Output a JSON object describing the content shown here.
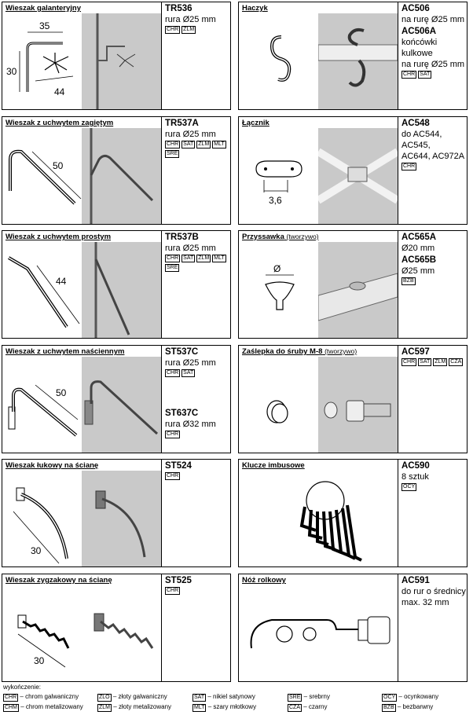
{
  "products": [
    {
      "title": "Wieszak galanteryjny",
      "code": "TR536",
      "desc": [
        "rura Ø25 mm"
      ],
      "badges": [
        "CHR",
        "ZLM"
      ],
      "dims": [
        "35",
        "30",
        "44"
      ]
    },
    {
      "title": "Haczyk",
      "code": "AC506",
      "desc": [
        "na rurę Ø25 mm"
      ],
      "code2": "AC506A",
      "desc2": [
        "końcówki kulkowe",
        "na rurę Ø25 mm"
      ],
      "badges": [
        "CHR",
        "SAT"
      ]
    },
    {
      "title": "Wieszak z uchwytem zagiętym",
      "code": "TR537A",
      "desc": [
        "rura Ø25 mm"
      ],
      "badges": [
        "CHR",
        "SAT",
        "ZLM",
        "MLT",
        "SRE"
      ],
      "dims": [
        "50"
      ]
    },
    {
      "title": "Łącznik",
      "code": "AC548",
      "desc": [
        "do AC544, AC545,",
        "AC644, AC972A"
      ],
      "badges": [
        "CHR"
      ],
      "dims": [
        "3,6"
      ]
    },
    {
      "title": "Wieszak z uchwytem prostym",
      "code": "TR537B",
      "desc": [
        "rura Ø25 mm"
      ],
      "badges": [
        "CHR",
        "SAT",
        "ZLM",
        "MLT",
        "SRE"
      ],
      "dims": [
        "44"
      ]
    },
    {
      "title": "Przyssawka",
      "note": "(tworzywo)",
      "code": "AC565A",
      "desc": [
        "Ø20 mm"
      ],
      "code2": "AC565B",
      "desc2": [
        "Ø25 mm"
      ],
      "badges": [
        "BZB"
      ],
      "dims": [
        "Ø"
      ]
    },
    {
      "title": "Wieszak z uchwytem naściennym",
      "code": "ST537C",
      "desc": [
        "rura Ø25 mm"
      ],
      "badges": [
        "CHR",
        "SAT"
      ],
      "code2": "ST637C",
      "desc2": [
        "rura Ø32 mm"
      ],
      "badges2": [
        "CHR"
      ],
      "dims": [
        "50"
      ]
    },
    {
      "title": "Zaślepka do śruby M-8",
      "note": "(tworzywo)",
      "code": "AC597",
      "desc": [],
      "badges": [
        "CHR",
        "SAT",
        "ZLM",
        "CZA"
      ]
    },
    {
      "title": "Wieszak łukowy na ścianę",
      "code": "ST524",
      "desc": [],
      "badges": [
        "CHR"
      ],
      "dims": [
        "30"
      ]
    },
    {
      "title": "Klucze imbusowe",
      "code": "AC590",
      "desc": [
        "8 sztuk"
      ],
      "badges": [
        "OCY"
      ]
    },
    {
      "title": "Wieszak zygzakowy na ścianę",
      "code": "ST525",
      "desc": [],
      "badges": [
        "CHR"
      ],
      "dims": [
        "30"
      ]
    },
    {
      "title": "Nóż rolkowy",
      "code": "AC591",
      "desc": [
        "do rur o średnicy",
        "max. 32 mm"
      ],
      "badges": []
    }
  ],
  "legend": {
    "heading": "wykończenie:",
    "items": [
      {
        "code": "CHR",
        "text": "– chrom galwaniczny"
      },
      {
        "code": "CHM",
        "text": "– chrom metalizowany"
      },
      {
        "code": "ZLO",
        "text": "– złoty galwaniczny"
      },
      {
        "code": "ZLM",
        "text": "– złoty metalizowany"
      },
      {
        "code": "SAT",
        "text": "– nikiel satynowy"
      },
      {
        "code": "MLT",
        "text": "– szary młotkowy"
      },
      {
        "code": "SRE",
        "text": "– srebrny"
      },
      {
        "code": "CZA",
        "text": "– czarny"
      },
      {
        "code": "OCY",
        "text": "– ocynkowany"
      },
      {
        "code": "BZB",
        "text": "– bezbarwny"
      }
    ]
  }
}
